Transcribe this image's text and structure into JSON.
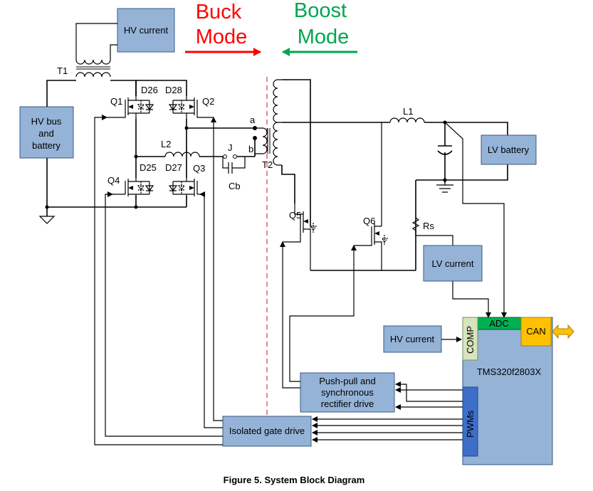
{
  "title": "Figure 5. System Block Diagram",
  "modes": {
    "buck": "Buck\nMode",
    "boost": "Boost\nMode"
  },
  "blocks": {
    "hv_current_top": "HV current",
    "hv_bus": "HV bus\nand\nbattery",
    "lv_battery": "LV battery",
    "lv_current": "LV current",
    "hv_current_right": "HV current",
    "mcu": "TMS320f2803X",
    "adc": "ADC",
    "can": "CAN",
    "comp": "COMP",
    "pwms": "PWMs",
    "push_pull": "Push-pull and\nsynchronous\nrectifier drive",
    "gate_drive": "Isolated gate drive"
  },
  "components": {
    "t1": "T1",
    "t2": "T2",
    "q1": "Q1",
    "q2": "Q2",
    "q3": "Q3",
    "q4": "Q4",
    "q5": "Q5",
    "q6": "Q6",
    "d25": "D25",
    "d26": "D26",
    "d27": "D27",
    "d28": "D28",
    "l1": "L1",
    "l2": "L2",
    "cb": "Cb",
    "j": "J",
    "a": "a",
    "b": "b",
    "rs": "Rs"
  },
  "colors": {
    "block": "#95b3d7",
    "adc": "#00b050",
    "can": "#ffc000",
    "comp": "#d7e4bc",
    "pwms": "#3d6fc9",
    "buck": "#ff0000",
    "boost": "#00a651"
  }
}
